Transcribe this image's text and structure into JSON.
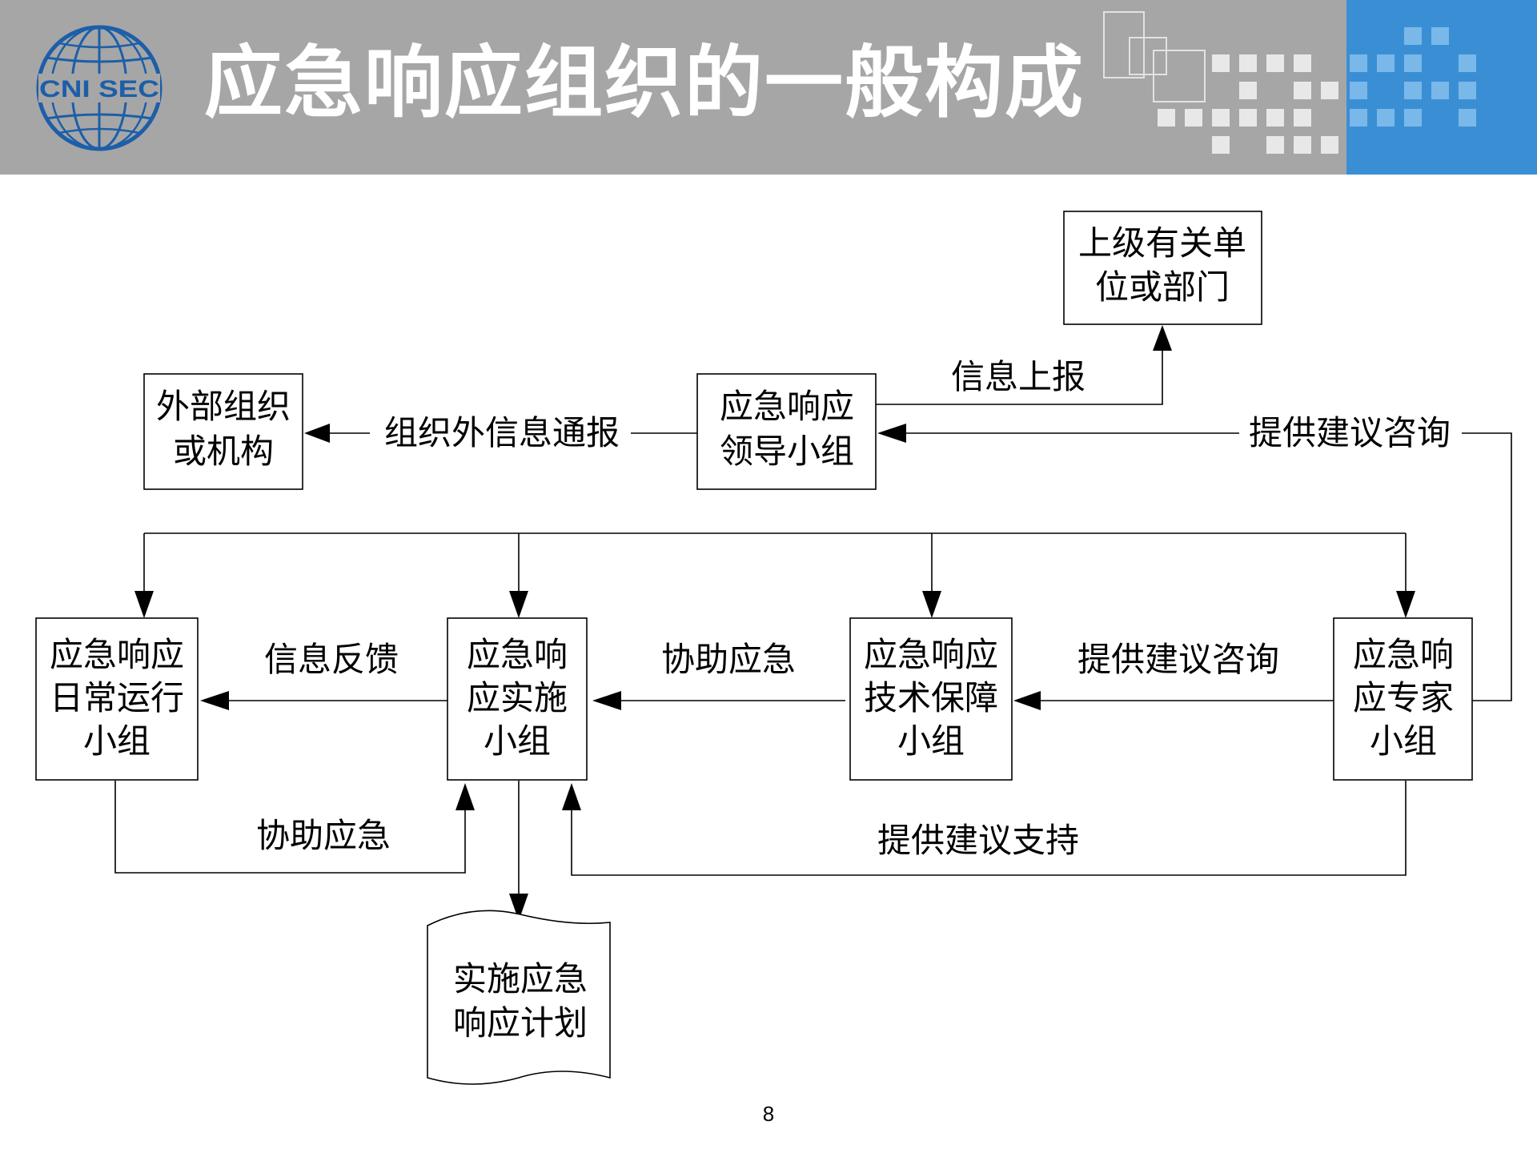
{
  "header": {
    "title": "应急响应组织的一般构成",
    "logo_text": "CNI SEC",
    "colors": {
      "bar": "#a6a6a6",
      "accent": "#3a8fd4",
      "logo": "#1d5ea8"
    }
  },
  "nodes": {
    "superior": [
      "上级有关单",
      "位或部门"
    ],
    "external": [
      "外部组织",
      "或机构"
    ],
    "leader": [
      "应急响应",
      "领导小组"
    ],
    "daily": [
      "应急响应",
      "日常运行",
      "小组"
    ],
    "implement": [
      "应急响",
      "应实施",
      "小组"
    ],
    "tech": [
      "应急响应",
      "技术保障",
      "小组"
    ],
    "expert": [
      "应急响",
      "应专家",
      "小组"
    ],
    "plan": [
      "实施应急",
      "响应计划"
    ]
  },
  "edges": {
    "report_up": "信息上报",
    "notify_external": "组织外信息通报",
    "advice_leader": "提供建议咨询",
    "feedback": "信息反馈",
    "assist_impl": "协助应急",
    "advice_tech": "提供建议咨询",
    "assist_daily": "协助应急",
    "support": "提供建议支持"
  },
  "page_number": "8"
}
